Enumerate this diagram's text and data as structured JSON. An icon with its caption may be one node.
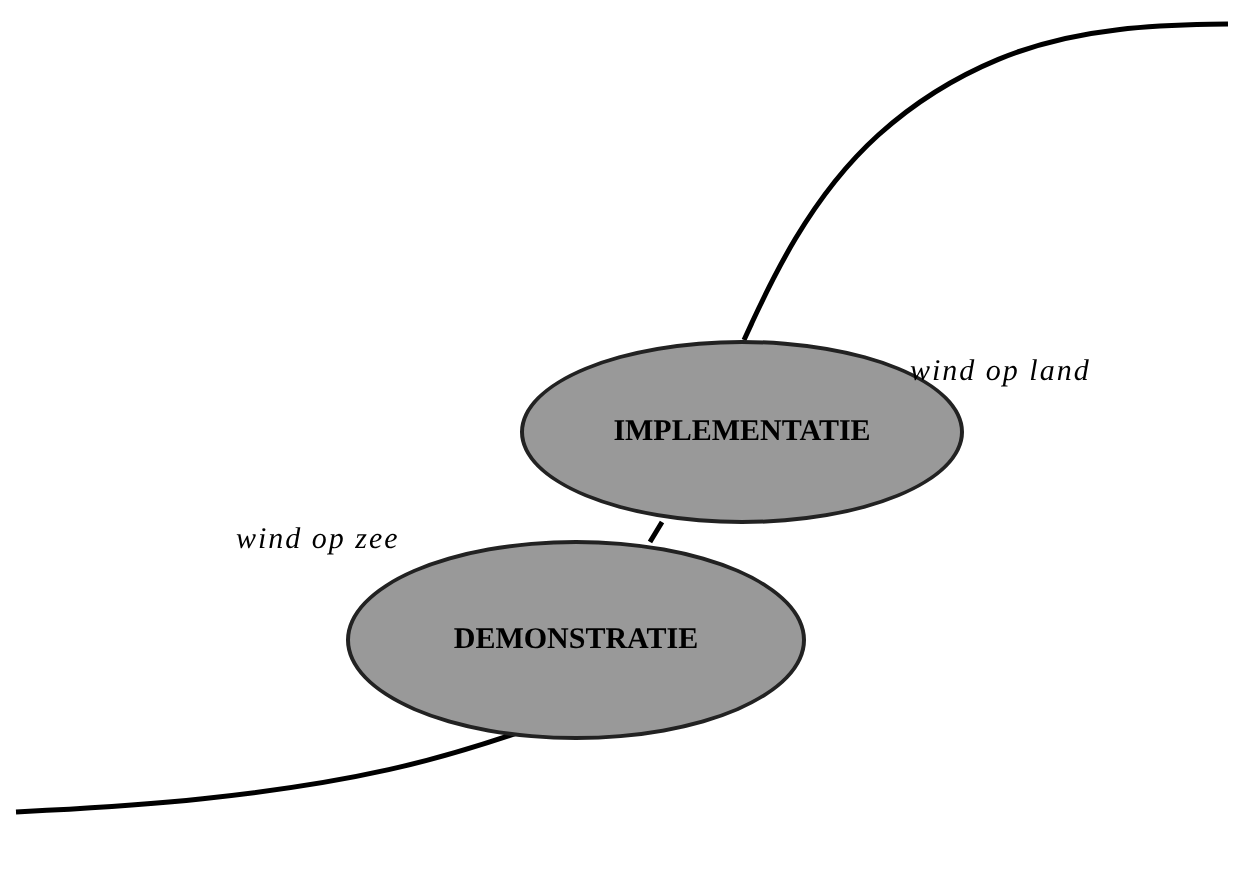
{
  "diagram": {
    "nodes": [
      {
        "text": [
          "IMPLEMENTATIE"
        ],
        "beside": [
          "wind op land"
        ]
      },
      {
        "text": [
          "DEMONSTRATIE"
        ],
        "beside": [
          "wind op zee"
        ]
      }
    ],
    "edges": [
      {
        "from": null,
        "to": 1,
        "arrow": "none"
      },
      {
        "from": 1,
        "to": 0,
        "arrow": "none"
      },
      {
        "from": 0,
        "to": null,
        "arrow": "none"
      }
    ]
  }
}
